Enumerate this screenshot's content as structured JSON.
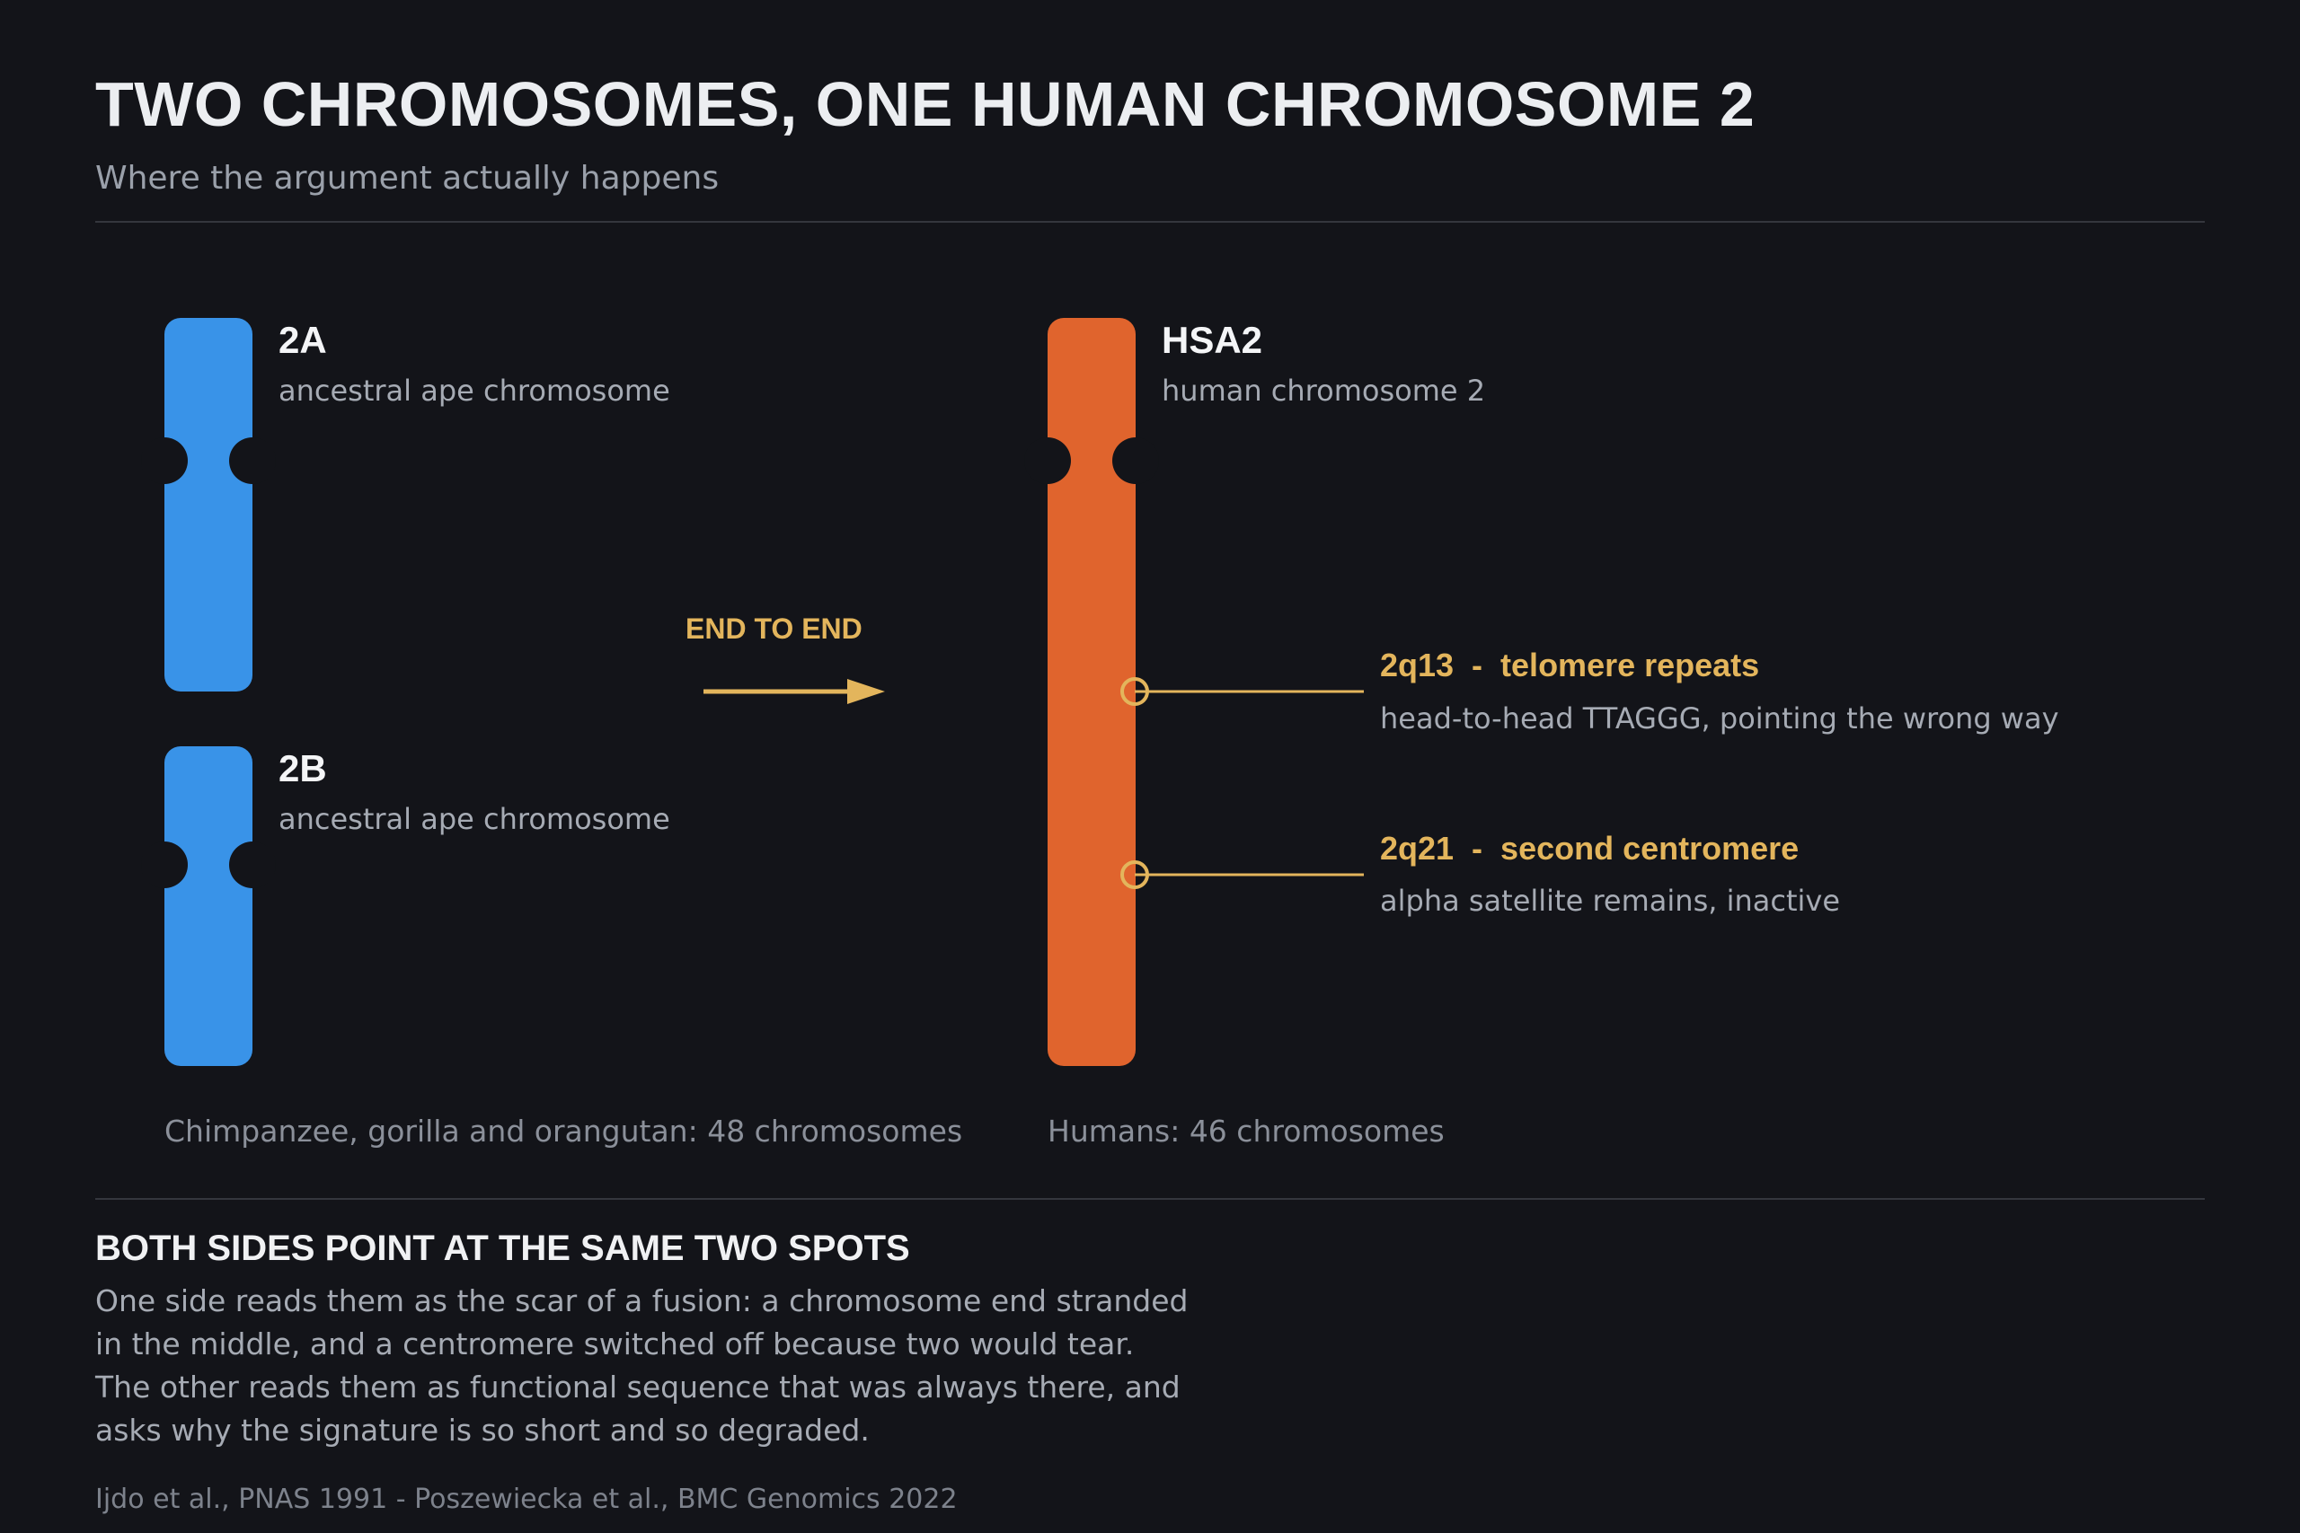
{
  "header": {
    "title": "TWO CHROMOSOMES, ONE HUMAN CHROMOSOME 2",
    "subtitle": "Where the argument actually happens"
  },
  "ancestral": {
    "chromosome_a": {
      "name": "2A",
      "description": "ancestral ape chromosome"
    },
    "chromosome_b": {
      "name": "2B",
      "description": "ancestral ape chromosome"
    },
    "caption": "Chimpanzee, gorilla and orangutan: 48 chromosomes",
    "color": "#3993e8"
  },
  "fusion": {
    "arrow_label": "END TO END",
    "color": "#e3b55c"
  },
  "human": {
    "chromosome": {
      "name": "HSA2",
      "description": "human chromosome 2"
    },
    "caption": "Humans: 46 chromosomes",
    "color": "#e0642d",
    "annotations": [
      {
        "title": "2q13  -  telomere repeats",
        "description": "head-to-head TTAGGG, pointing the wrong way"
      },
      {
        "title": "2q21  -  second centromere",
        "description": "alpha satellite remains, inactive"
      }
    ]
  },
  "summary": {
    "heading": "BOTH SIDES POINT AT THE SAME TWO SPOTS",
    "lines": [
      "One side reads them as the scar of a fusion: a chromosome end stranded",
      "in the middle, and a centromere switched off because two would tear.",
      "The other reads them as functional sequence that was always there, and",
      "asks why the signature is so short and so degraded."
    ]
  },
  "sources": "Ijdo et al., PNAS 1991  -  Poszewiecka et al., BMC Genomics 2022"
}
